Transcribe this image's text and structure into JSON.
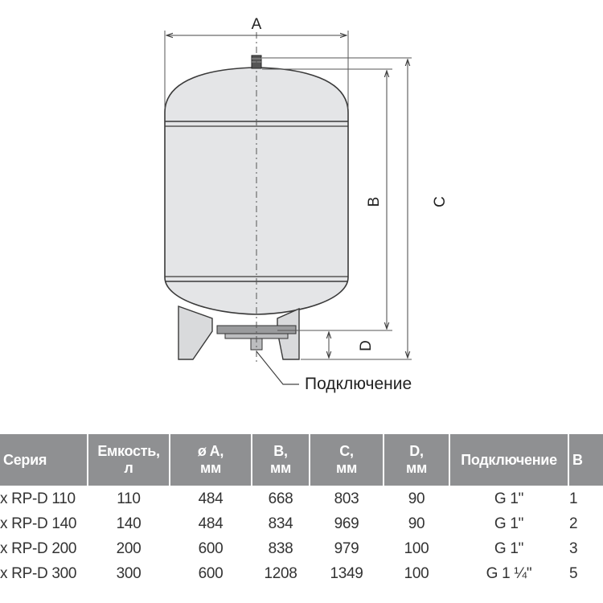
{
  "diagram": {
    "dimension_labels": {
      "a": "A",
      "b": "B",
      "c": "C",
      "d": "D"
    },
    "connection_label": "Подключение"
  },
  "table": {
    "headers": [
      "Серия",
      "Емкость,\nл",
      "ø A,\nмм",
      "B,\nмм",
      "C,\nмм",
      "D,\nмм",
      "Подключение",
      "В"
    ],
    "rows": [
      [
        "x RP-D 110",
        "110",
        "484",
        "668",
        "803",
        "90",
        "G 1\"",
        "1"
      ],
      [
        "x RP-D 140",
        "140",
        "484",
        "834",
        "969",
        "90",
        "G 1\"",
        "2"
      ],
      [
        "x RP-D 200",
        "200",
        "600",
        "838",
        "979",
        "100",
        "G 1\"",
        "3"
      ],
      [
        "x RP-D 300",
        "300",
        "600",
        "1208",
        "1349",
        "100",
        "G 1 ¼\"",
        "5"
      ]
    ]
  },
  "colors": {
    "header_bg": "#8f9092",
    "tank_fill": "#e4e5e7",
    "line": "#444444"
  }
}
